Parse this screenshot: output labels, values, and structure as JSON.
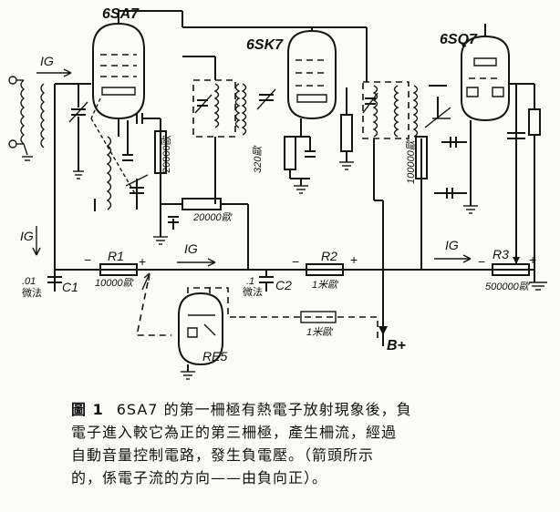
{
  "tubes": {
    "t1": "6SA7",
    "t2": "6SK7",
    "t3": "6SQ7",
    "t4": "RE5"
  },
  "currents": {
    "ig_left_top": "IG",
    "ig_left_mid": "IG",
    "ig_bus_1": "IG",
    "ig_bus_2": "IG"
  },
  "resistors": {
    "r1": "R1",
    "r1_value": "10000歐",
    "r2": "R2",
    "r2_value": "1米歐",
    "r3": "R3",
    "r3_value": "500000歐",
    "r_cathode_1": "20000歐",
    "r_cathode_2": "320歐",
    "r_grid_bias": "20000歐",
    "r_tube3": "100000歐",
    "r_dashed": "1米歐"
  },
  "capacitors": {
    "c1": "C1",
    "c1_value": ".01",
    "c1_unit": "微法",
    "c2": "C2",
    "c2_value": ".1",
    "c2_unit": "微法"
  },
  "polarity": {
    "minus_1": "−",
    "plus_1": "+",
    "minus_2": "−",
    "plus_2": "+",
    "minus_3": "−",
    "plus_3": "+"
  },
  "supply": "B+",
  "caption": {
    "figure": "圖 1",
    "line1": "6SA7 的第一柵極有熱電子放射現象後，負",
    "line2": "電子進入較它為正的第三柵極，產生柵流，經過",
    "line3": "自動音量控制電路，發生負電壓。（箭頭所示",
    "line4": "的，係電子流的方向——由負向正）。"
  }
}
